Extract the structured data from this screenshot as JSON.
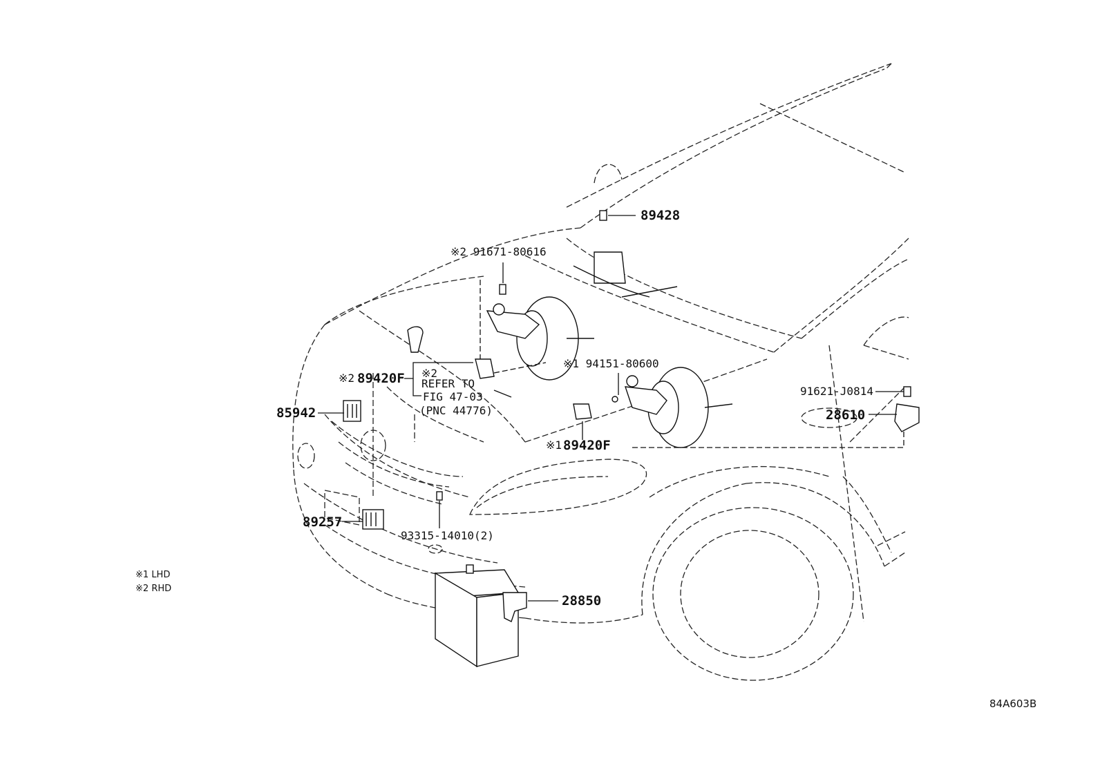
{
  "labels": {
    "p89428": "89428",
    "p91671": "※2 91671-80616",
    "p94151": "※1 94151-80600",
    "p89420f_rhd_mark": "※2",
    "p89420f_rhd": "89420F",
    "refer_mark": "※2",
    "refer_line1": "REFER TO",
    "refer_line2": "FIG 47-03",
    "refer_line3": "(PNC 44776)",
    "p85942": "85942",
    "p89420f_lhd_mark": "※1",
    "p89420f_lhd": "89420F",
    "p91621": "91621-J0814",
    "p28610": "28610",
    "p89257": "89257",
    "p93315": "93315-14010(2)",
    "p28850": "28850"
  },
  "legend": {
    "lhd": "※1 LHD",
    "rhd": "※2 RHD"
  },
  "figure_code": "84A603B"
}
